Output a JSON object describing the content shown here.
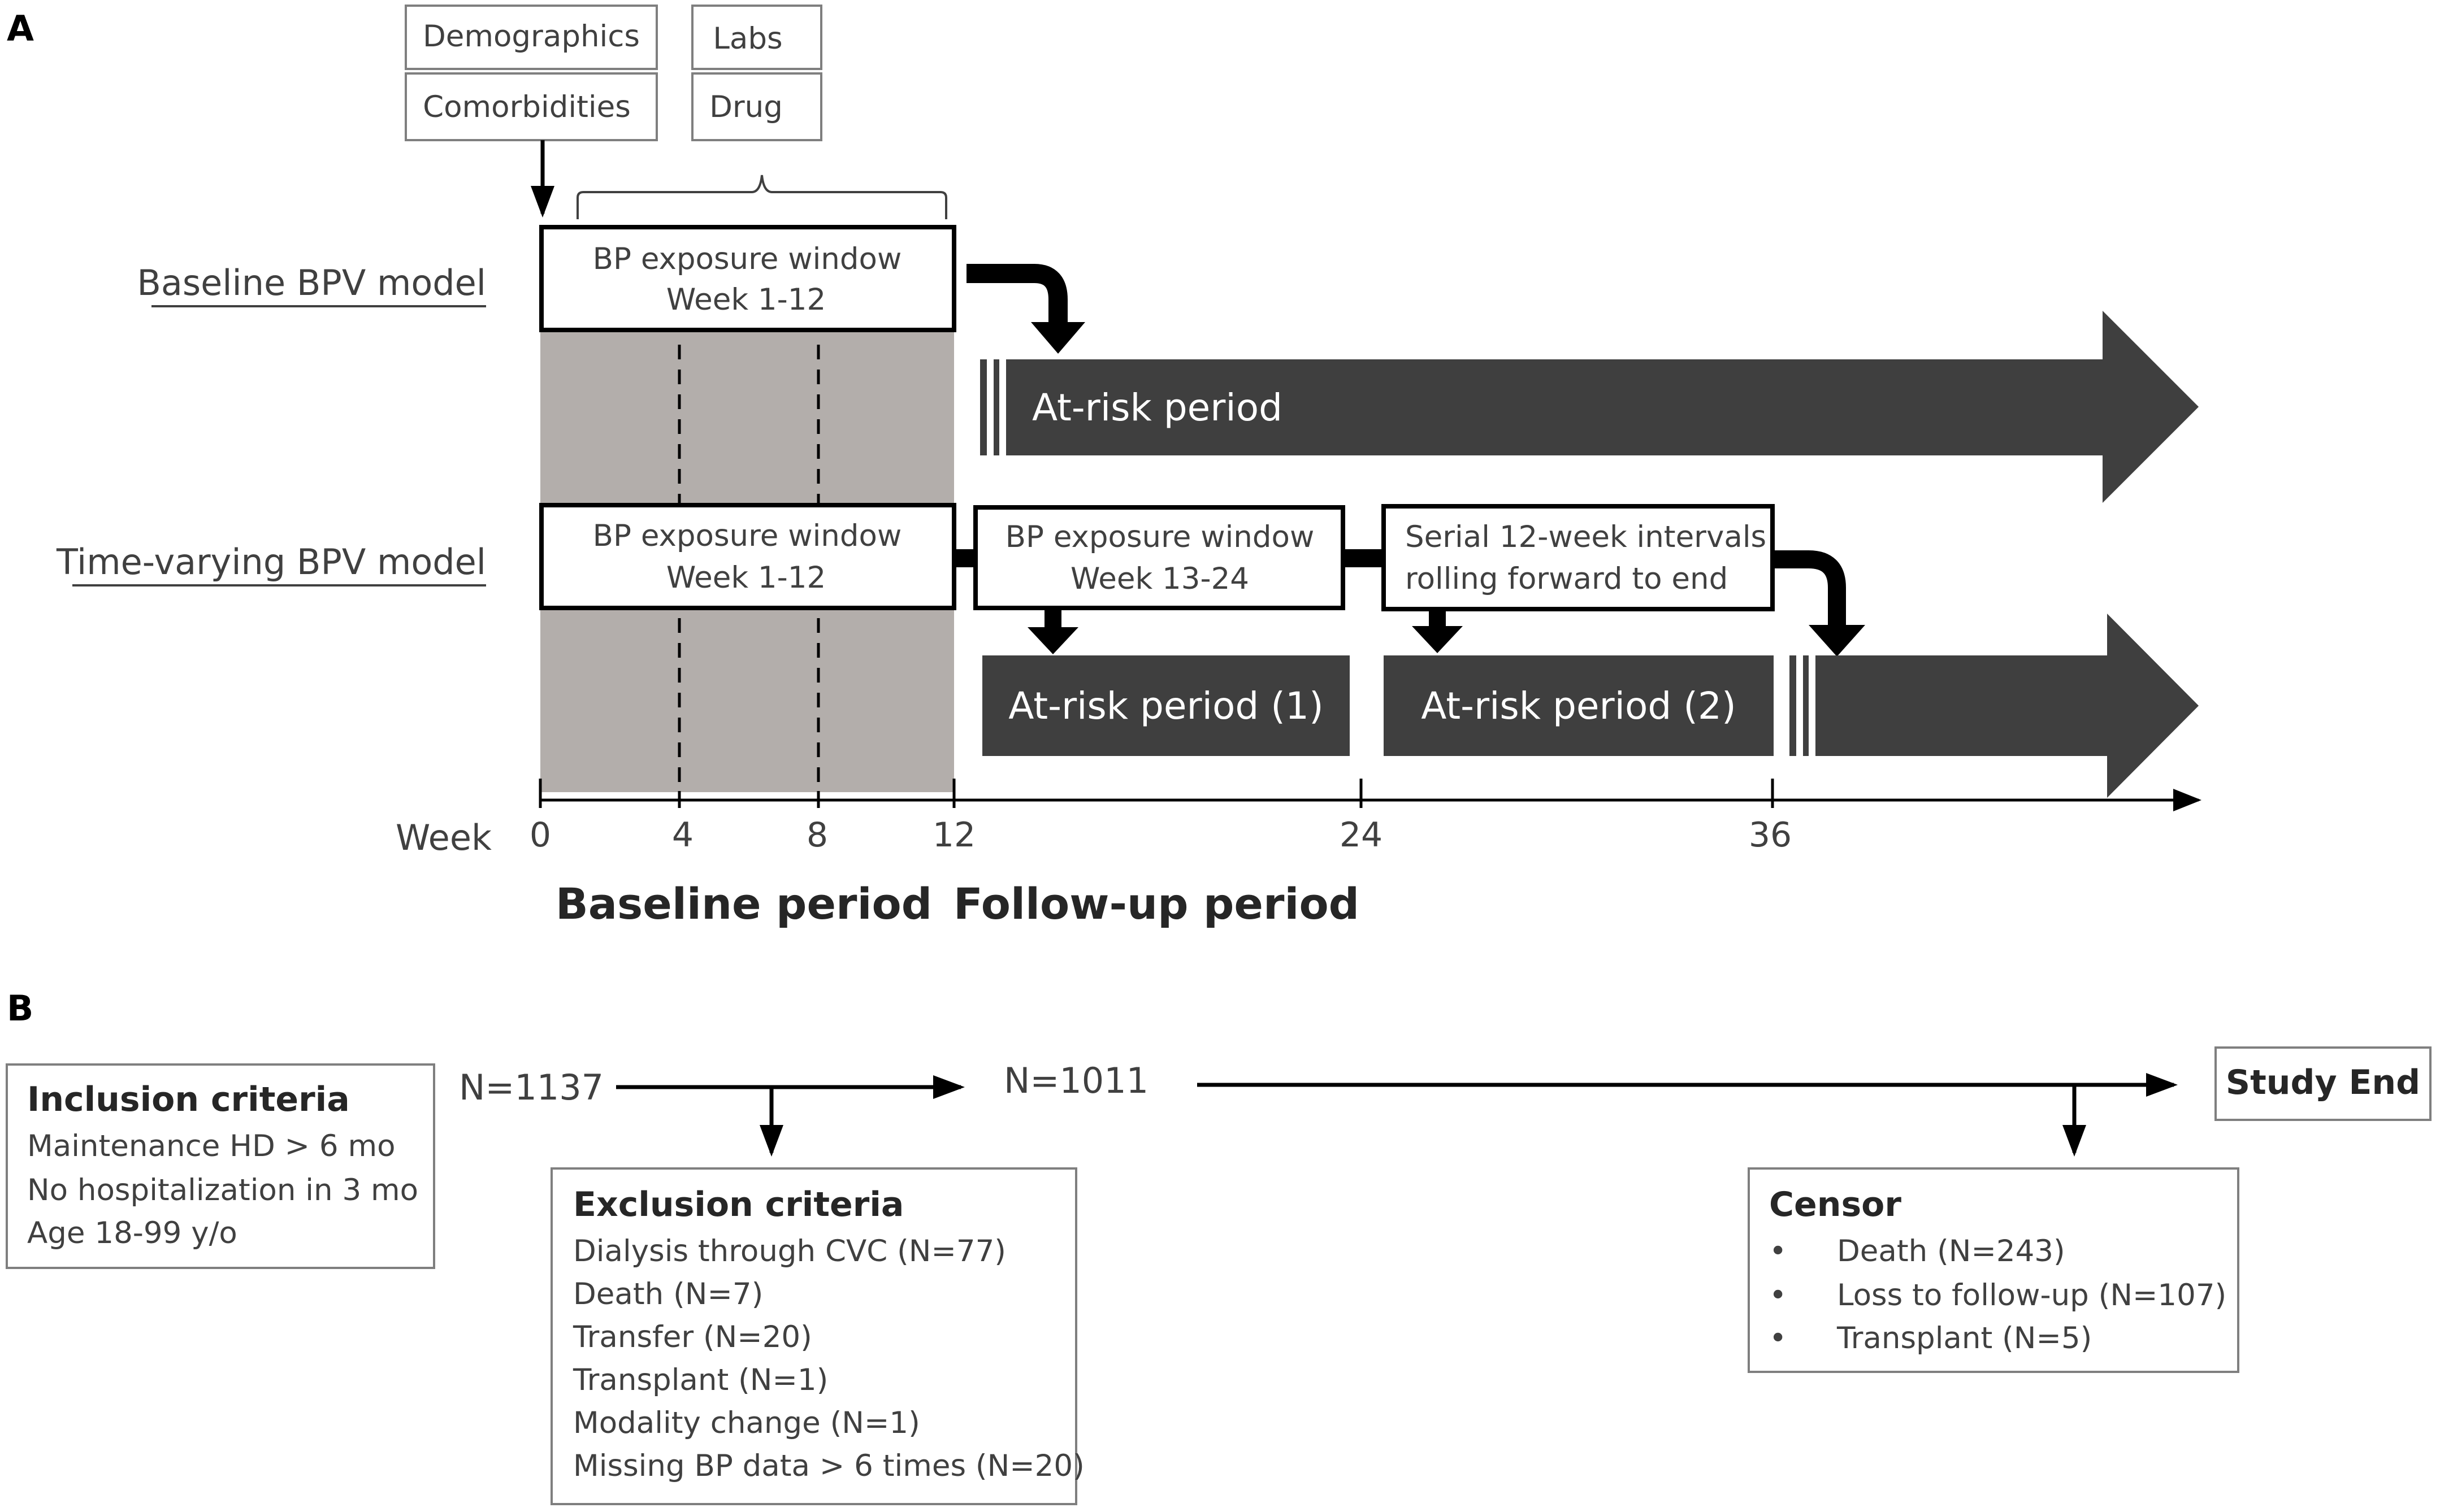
{
  "panel_a": {
    "label": "A",
    "header_boxes": {
      "demographics": "Demographics",
      "comorbidities": "Comorbidities",
      "labs": "Labs",
      "drug": "Drug"
    },
    "models": {
      "baseline": "Baseline BPV model",
      "time_varying": "Time-varying BPV model"
    },
    "windows": {
      "baseline_line1": "BP exposure window",
      "baseline_line2": "Week 1-12",
      "tv1_line1": "BP exposure window",
      "tv1_line2": "Week 1-12",
      "tv2_line1": "BP exposure window",
      "tv2_line2": "Week 13-24",
      "serial_line1": "Serial 12-week intervals",
      "serial_line2": "rolling forward to end"
    },
    "at_risk": {
      "baseline": "At-risk period",
      "period1": "At-risk period (1)",
      "period2": "At-risk period (2)"
    },
    "axis": {
      "label": "Week",
      "ticks": [
        "0",
        "4",
        "8",
        "12",
        "24",
        "36"
      ]
    },
    "periods": {
      "baseline": "Baseline period",
      "follow_up": "Follow-up period"
    }
  },
  "panel_b": {
    "label": "B",
    "inclusion": {
      "title": "Inclusion criteria",
      "items": [
        "Maintenance HD > 6 mo",
        "No hospitalization in 3 mo",
        "Age 18-99 y/o"
      ]
    },
    "counts": {
      "n_start": "N=1137",
      "n_mid": "N=1011"
    },
    "exclusion": {
      "title": "Exclusion criteria",
      "items": [
        "Dialysis through CVC (N=77)",
        "Death (N=7)",
        "Transfer (N=20)",
        "Transplant (N=1)",
        "Modality change (N=1)",
        "Missing BP data > 6 times (N=20)"
      ]
    },
    "censor": {
      "title": "Censor",
      "bullet": "•",
      "items": [
        "Death (N=243)",
        "Loss to follow-up (N=107)",
        "Transplant (N=5)"
      ]
    },
    "study_end": "Study End"
  },
  "colors": {
    "dark_arrow": "#3f3f3f",
    "baseline_shade": "#b3aeab",
    "black": "#000000",
    "box_border": "#7f7f7f",
    "text": "#404040"
  }
}
